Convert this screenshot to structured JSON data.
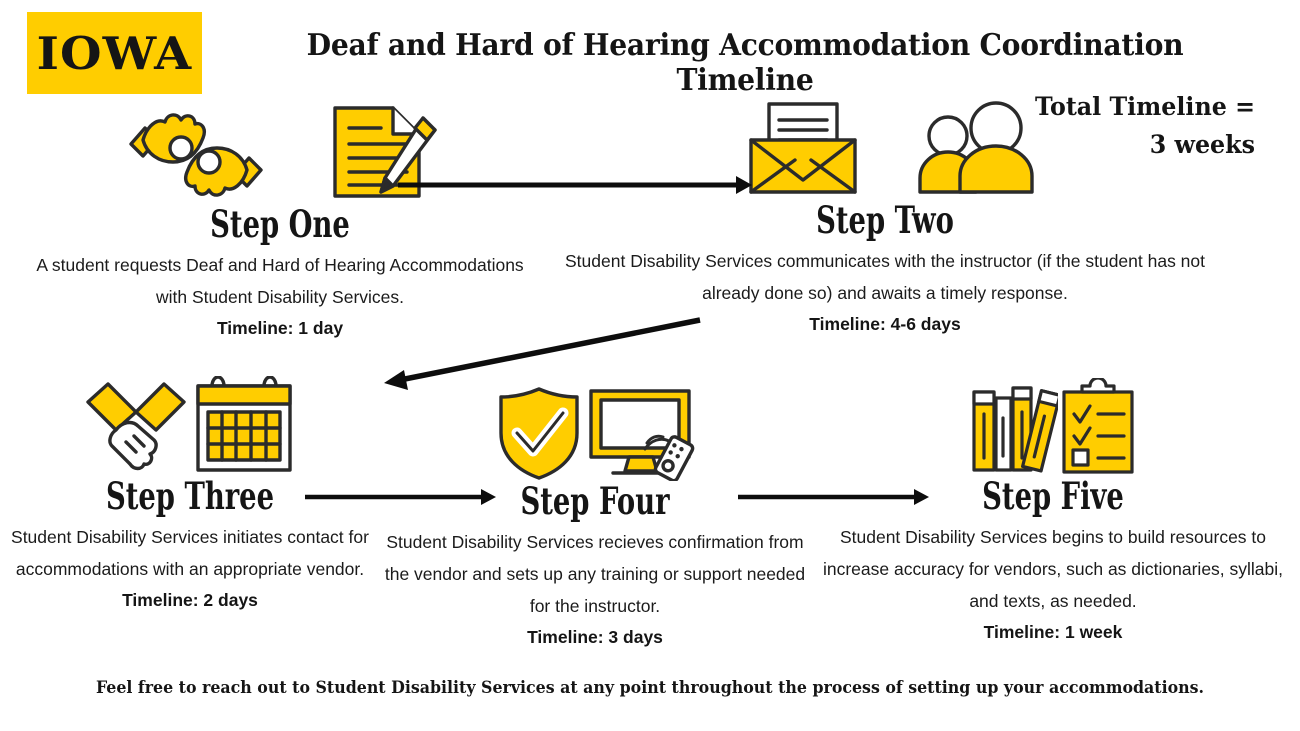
{
  "header": {
    "logo_text": "IOWA",
    "title": "Deaf and Hard of Hearing Accommodation Coordination Timeline",
    "total_timeline_line1": "Total Timeline =",
    "total_timeline_line2": "3 weeks"
  },
  "colors": {
    "gold": "#FFCD00",
    "gold_dark": "#E8B800",
    "black": "#151515",
    "white": "#FFFFFF"
  },
  "steps": [
    {
      "id": "one",
      "heading": "Step One",
      "description": "A student requests Deaf and Hard of Hearing Accommodations with Student Disability Services.",
      "timeline": "Timeline: 1 day",
      "icon_names": [
        "sign-language-hands-icon",
        "document-with-pen-icon"
      ]
    },
    {
      "id": "two",
      "heading": "Step Two",
      "description": "Student Disability Services communicates with the instructor (if the student has not already done so) and awaits a timely response.",
      "timeline": "Timeline: 4-6 days",
      "icon_names": [
        "open-envelope-letter-icon",
        "two-people-icon"
      ]
    },
    {
      "id": "three",
      "heading": "Step Three",
      "description": "Student Disability Services initiates contact for accommodations with an appropriate vendor.",
      "timeline": "Timeline: 2 days",
      "icon_names": [
        "handshake-icon",
        "calendar-icon"
      ]
    },
    {
      "id": "four",
      "heading": "Step Four",
      "description": "Student Disability Services recieves confirmation from the vendor and sets up any training or support needed for the instructor.",
      "timeline": "Timeline: 3 days",
      "icon_names": [
        "shield-check-icon",
        "monitor-with-remote-icon"
      ]
    },
    {
      "id": "five",
      "heading": "Step Five",
      "description": "Student Disability Services begins to build resources to increase accuracy for vendors, such as dictionaries, syllabi, and texts, as needed.",
      "timeline": "Timeline: 1 week",
      "icon_names": [
        "books-icon",
        "clipboard-checklist-icon"
      ]
    }
  ],
  "arrows": [
    {
      "name": "arrow-step-one-to-step-two",
      "direction": "right"
    },
    {
      "name": "arrow-step-two-to-step-three",
      "direction": "diagonal-down-left"
    },
    {
      "name": "arrow-step-three-to-step-four",
      "direction": "right"
    },
    {
      "name": "arrow-step-four-to-step-five",
      "direction": "right"
    }
  ],
  "footer": {
    "note": "Feel free to reach out to Student Disability Services at any point throughout the process of setting up your accommodations."
  }
}
